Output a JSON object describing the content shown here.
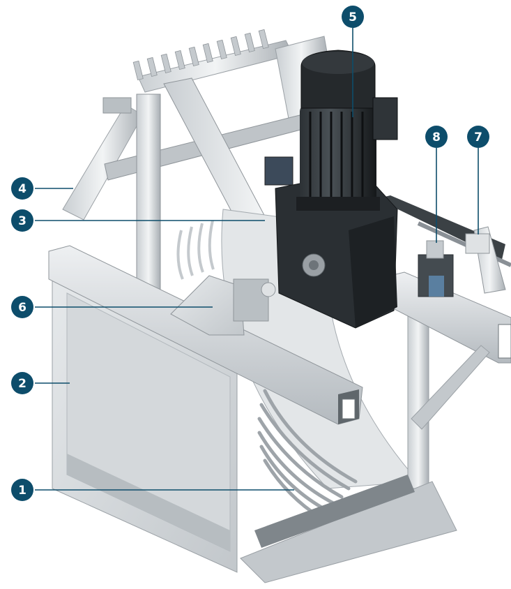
{
  "callouts": [
    {
      "number": "1"
    },
    {
      "number": "2"
    },
    {
      "number": "3"
    },
    {
      "number": "4"
    },
    {
      "number": "5"
    },
    {
      "number": "6"
    },
    {
      "number": "7"
    },
    {
      "number": "8"
    }
  ],
  "colors": {
    "callout_fill": "#0d4d6b",
    "leader_line": "#0d4d6b",
    "steel_light": "#d9dde0",
    "steel_mid": "#b6bcc1",
    "steel_dark": "#8a9096",
    "motor_black": "#1f2326",
    "background": "#ffffff"
  }
}
